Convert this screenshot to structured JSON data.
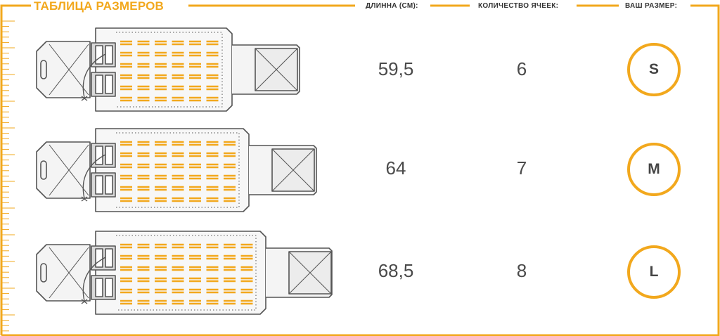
{
  "title": "ТАБЛИЦА РАЗМЕРОВ",
  "headers": {
    "length": "ДЛИННА (СМ):",
    "cells": "КОЛИЧЕСТВО ЯЧЕЕК:",
    "size": "ВАШ РАЗМЕР:"
  },
  "rows": [
    {
      "length": "59,5",
      "cells": "6",
      "size": "S"
    },
    {
      "length": "64",
      "cells": "7",
      "size": "M"
    },
    {
      "length": "68,5",
      "cells": "8",
      "size": "L"
    }
  ],
  "colors": {
    "accent": "#F2A81D",
    "outline": "#555555",
    "text": "#4a4a4a"
  }
}
